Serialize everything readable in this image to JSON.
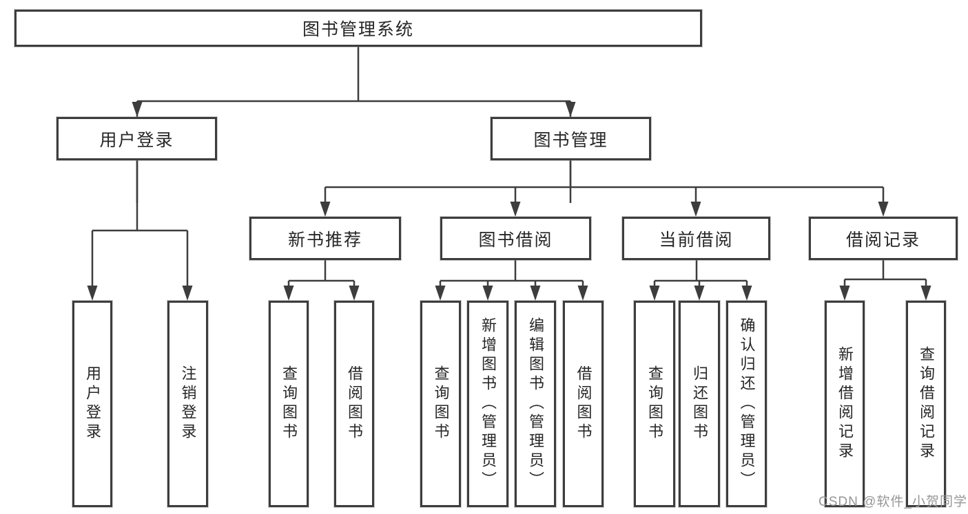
{
  "diagram": {
    "type": "hierarchy-tree",
    "title_node": "图书管理系统",
    "levels": 4
  },
  "nodes": {
    "root": {
      "label": "图书管理系统"
    },
    "user-login": {
      "label": "用户登录"
    },
    "book-mgmt": {
      "label": "图书管理"
    },
    "user-login-action": {
      "label": "用户登录"
    },
    "logout-action": {
      "label": "注销登录"
    },
    "new-book-rec": {
      "label": "新书推荐"
    },
    "book-borrow": {
      "label": "图书借阅"
    },
    "current-borrow": {
      "label": "当前借阅"
    },
    "borrow-records": {
      "label": "借阅记录"
    },
    "rec-query-book": {
      "label": "查询图书"
    },
    "rec-borrow-book": {
      "label": "借阅图书"
    },
    "bb-query-book": {
      "label": "查询图书"
    },
    "bb-add-book": {
      "label": "新增图书（管理员）"
    },
    "bb-edit-book": {
      "label": "编辑图书（管理员）"
    },
    "bb-borrow-book": {
      "label": "借阅图书"
    },
    "cb-query-book": {
      "label": "查询图书"
    },
    "cb-return-book": {
      "label": "归还图书"
    },
    "cb-confirm-return": {
      "label": "确认归还（管理员）"
    },
    "br-add-record": {
      "label": "新增借阅记录"
    },
    "br-query-record": {
      "label": "查询借阅记录"
    }
  },
  "edges": [
    [
      "root",
      "user-login"
    ],
    [
      "root",
      "book-mgmt"
    ],
    [
      "user-login",
      "user-login-action"
    ],
    [
      "user-login",
      "logout-action"
    ],
    [
      "book-mgmt",
      "new-book-rec"
    ],
    [
      "book-mgmt",
      "book-borrow"
    ],
    [
      "book-mgmt",
      "current-borrow"
    ],
    [
      "book-mgmt",
      "borrow-records"
    ],
    [
      "new-book-rec",
      "rec-query-book"
    ],
    [
      "new-book-rec",
      "rec-borrow-book"
    ],
    [
      "book-borrow",
      "bb-query-book"
    ],
    [
      "book-borrow",
      "bb-add-book"
    ],
    [
      "book-borrow",
      "bb-edit-book"
    ],
    [
      "book-borrow",
      "bb-borrow-book"
    ],
    [
      "current-borrow",
      "cb-query-book"
    ],
    [
      "current-borrow",
      "cb-return-book"
    ],
    [
      "current-borrow",
      "cb-confirm-return"
    ],
    [
      "borrow-records",
      "br-add-record"
    ],
    [
      "borrow-records",
      "br-query-record"
    ]
  ],
  "watermark": {
    "text": "CSDN @软件_小贺同学"
  },
  "colors": {
    "background": "#ffffff",
    "line": "#3d3d3d",
    "box_border": "#3d3d3d",
    "text": "#262626",
    "watermark_text": "#969696"
  }
}
